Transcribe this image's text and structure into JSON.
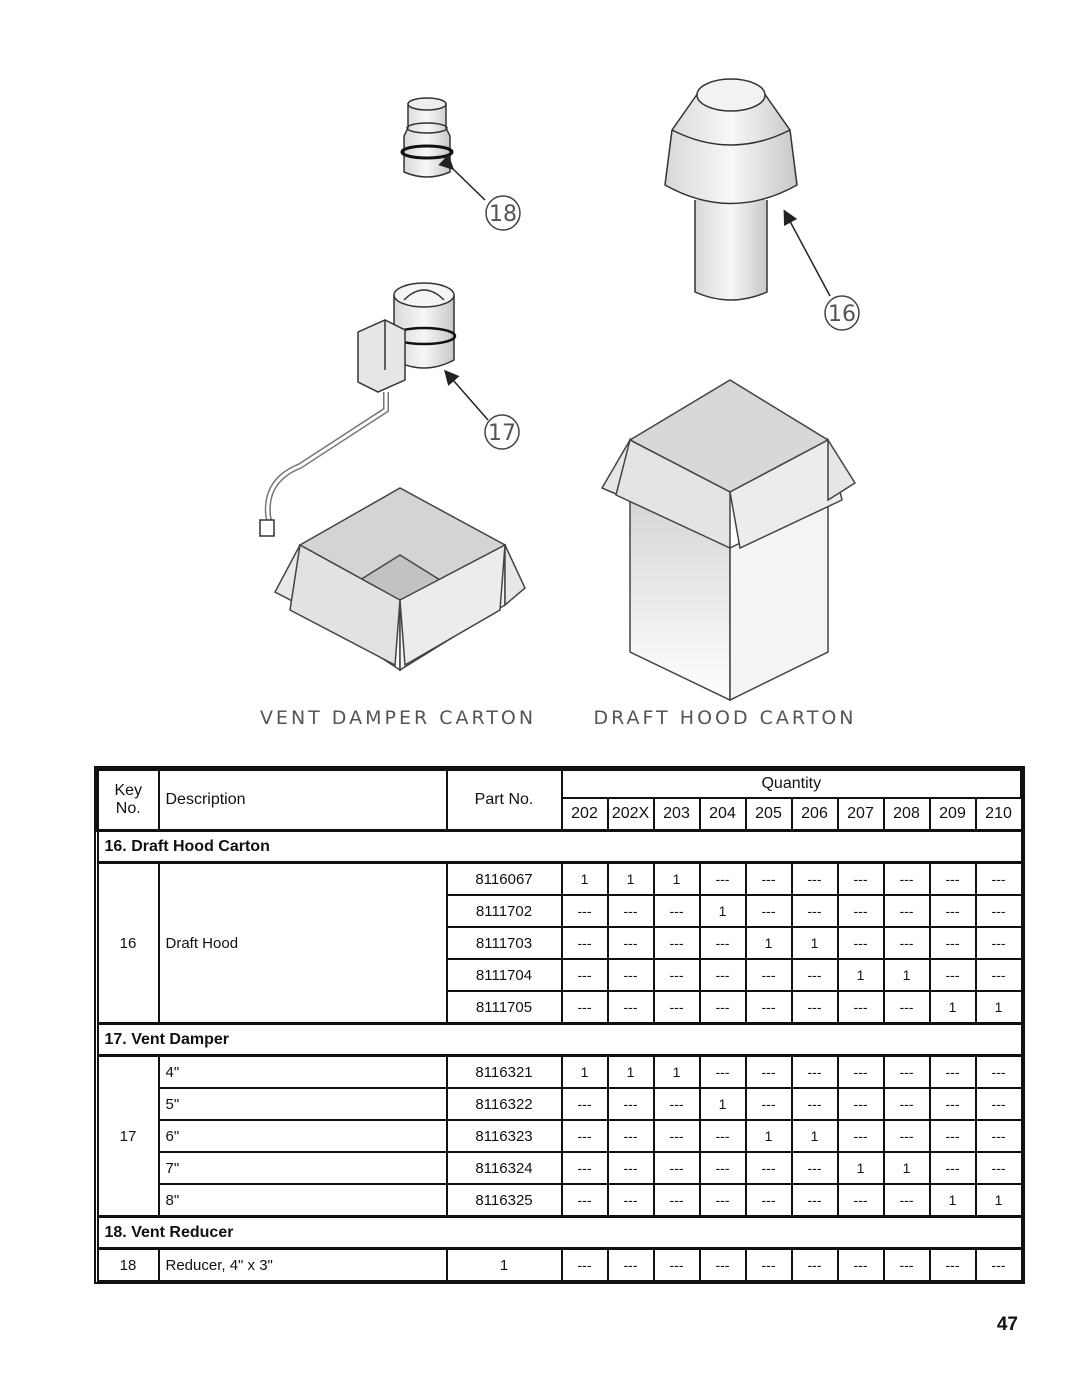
{
  "illustration": {
    "carton_labels": {
      "vent_damper": "VENT  DAMPER  CARTON",
      "draft_hood": "DRAFT  HOOD  CARTON"
    },
    "callouts": [
      "18",
      "16",
      "17"
    ]
  },
  "table": {
    "headers": {
      "key": "Key\nNo.",
      "key_line1": "Key",
      "key_line2": "No.",
      "description": "Description",
      "part_no": "Part No.",
      "quantity": "Quantity"
    },
    "models": [
      "202",
      "202X",
      "203",
      "204",
      "205",
      "206",
      "207",
      "208",
      "209",
      "210"
    ],
    "sections": [
      {
        "title": "16.  Draft Hood Carton",
        "key": "16",
        "description": "Draft Hood",
        "rows": [
          {
            "part": "8116067",
            "qty": [
              "1",
              "1",
              "1",
              "---",
              "---",
              "---",
              "---",
              "---",
              "---",
              "---"
            ]
          },
          {
            "part": "8111702",
            "qty": [
              "---",
              "---",
              "---",
              "1",
              "---",
              "---",
              "---",
              "---",
              "---",
              "---"
            ]
          },
          {
            "part": "8111703",
            "qty": [
              "---",
              "---",
              "---",
              "---",
              "1",
              "1",
              "---",
              "---",
              "---",
              "---"
            ]
          },
          {
            "part": "8111704",
            "qty": [
              "---",
              "---",
              "---",
              "---",
              "---",
              "---",
              "1",
              "1",
              "---",
              "---"
            ]
          },
          {
            "part": "8111705",
            "qty": [
              "---",
              "---",
              "---",
              "---",
              "---",
              "---",
              "---",
              "---",
              "1",
              "1"
            ]
          }
        ]
      },
      {
        "title": "17.  Vent Damper",
        "key": "17",
        "rows": [
          {
            "desc": "4\"",
            "part": "8116321",
            "qty": [
              "1",
              "1",
              "1",
              "---",
              "---",
              "---",
              "---",
              "---",
              "---",
              "---"
            ]
          },
          {
            "desc": "5\"",
            "part": "8116322",
            "qty": [
              "---",
              "---",
              "---",
              "1",
              "---",
              "---",
              "---",
              "---",
              "---",
              "---"
            ]
          },
          {
            "desc": "6\"",
            "part": "8116323",
            "qty": [
              "---",
              "---",
              "---",
              "---",
              "1",
              "1",
              "---",
              "---",
              "---",
              "---"
            ]
          },
          {
            "desc": "7\"",
            "part": "8116324",
            "qty": [
              "---",
              "---",
              "---",
              "---",
              "---",
              "---",
              "1",
              "1",
              "---",
              "---"
            ]
          },
          {
            "desc": "8\"",
            "part": "8116325",
            "qty": [
              "---",
              "---",
              "---",
              "---",
              "---",
              "---",
              "---",
              "---",
              "1",
              "1"
            ]
          }
        ]
      },
      {
        "title": "18.  Vent Reducer",
        "key": "18",
        "rows": [
          {
            "desc": "Reducer, 4\" x 3\"",
            "part": "1",
            "qty": [
              "---",
              "---",
              "---",
              "---",
              "---",
              "---",
              "---",
              "---",
              "---",
              "---"
            ]
          }
        ]
      }
    ]
  },
  "page_number": "47"
}
